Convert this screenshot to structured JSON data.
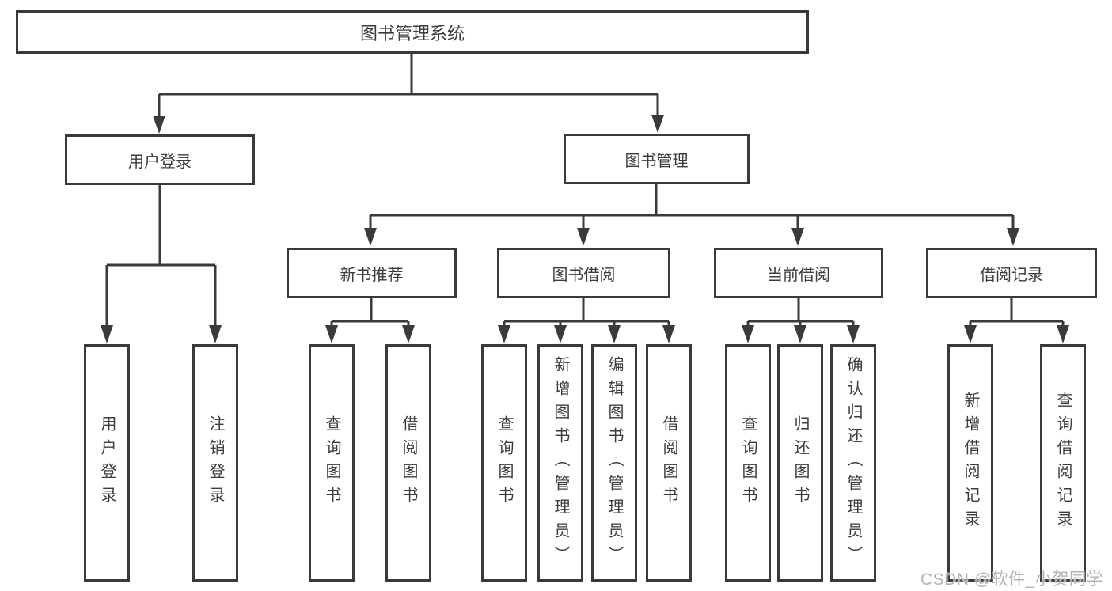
{
  "diagram": {
    "title": "图书管理系统",
    "root": {
      "label": "图书管理系统"
    },
    "level2": [
      {
        "label": "用户登录"
      },
      {
        "label": "图书管理"
      }
    ],
    "level3": [
      {
        "label": "新书推荐"
      },
      {
        "label": "图书借阅"
      },
      {
        "label": "当前借阅"
      },
      {
        "label": "借阅记录"
      }
    ],
    "leaves": [
      {
        "group": "用户登录",
        "items": [
          "用户登录",
          "注销登录"
        ]
      },
      {
        "group": "新书推荐",
        "items": [
          "查询图书",
          "借阅图书"
        ]
      },
      {
        "group": "图书借阅",
        "items": [
          "查询图书",
          "新增图书（管理员）",
          "编辑图书（管理员）",
          "借阅图书"
        ]
      },
      {
        "group": "当前借阅",
        "items": [
          "查询图书",
          "归还图书",
          "确认归还（管理员）"
        ]
      },
      {
        "group": "借阅记录",
        "items": [
          "新增借阅记录",
          "查询借阅记录"
        ]
      }
    ]
  },
  "watermark": "CSDN @软件_小贺同学",
  "colors": {
    "line": "#3a3a3a",
    "text": "#3c3c3c",
    "watermark": "#b3b3b3",
    "background": "#ffffff"
  }
}
